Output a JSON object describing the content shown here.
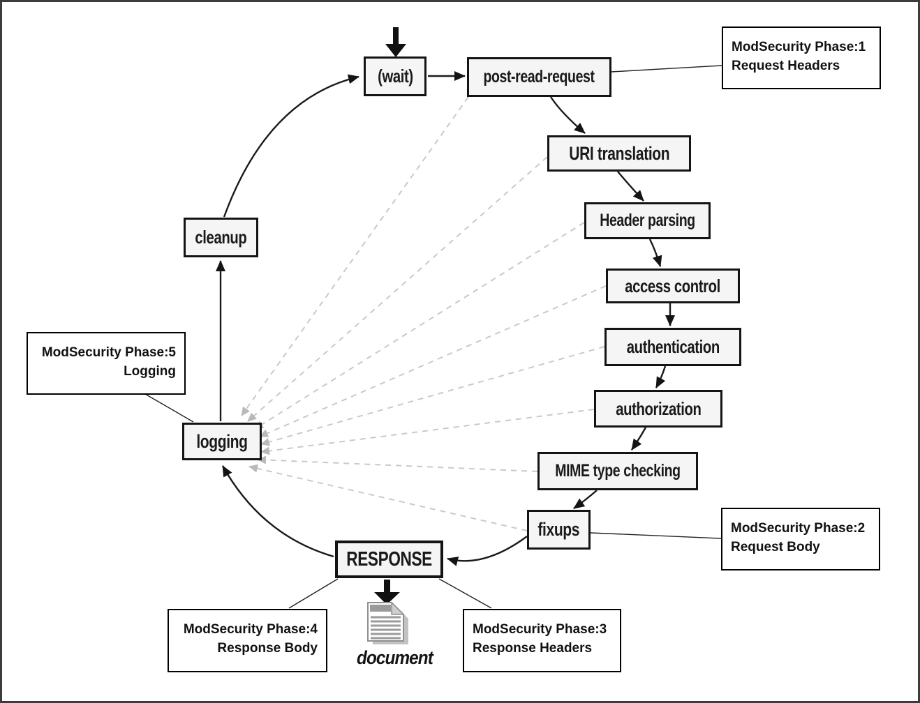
{
  "diagram": {
    "nodes": {
      "wait": "(wait)",
      "post_read_request": "post-read-request",
      "uri_translation": "URI translation",
      "header_parsing": "Header parsing",
      "access_control": "access control",
      "authentication": "authentication",
      "authorization": "authorization",
      "mime_type_checking": "MIME type checking",
      "fixups": "fixups",
      "response": "RESPONSE",
      "logging": "logging",
      "cleanup": "cleanup"
    },
    "annotations": {
      "phase1": {
        "line1": "ModSecurity Phase:1",
        "line2": "Request Headers"
      },
      "phase2": {
        "line1": "ModSecurity Phase:2",
        "line2": "Request Body"
      },
      "phase3": {
        "line1": "ModSecurity Phase:3",
        "line2": "Response Headers"
      },
      "phase4": {
        "line1": "ModSecurity Phase:4",
        "line2": "Response Body"
      },
      "phase5": {
        "line1": "ModSecurity Phase:5",
        "line2": "Logging"
      }
    },
    "document_label": "document",
    "colors": {
      "background": "#ffffff",
      "node_fill": "#f5f5f5",
      "node_border": "#141414",
      "solid_arrow": "#1a1a1a",
      "dashed_arrow": "#c9c9c9",
      "annotation_border": "#000000",
      "document_gray": "#8f8f8f"
    }
  }
}
